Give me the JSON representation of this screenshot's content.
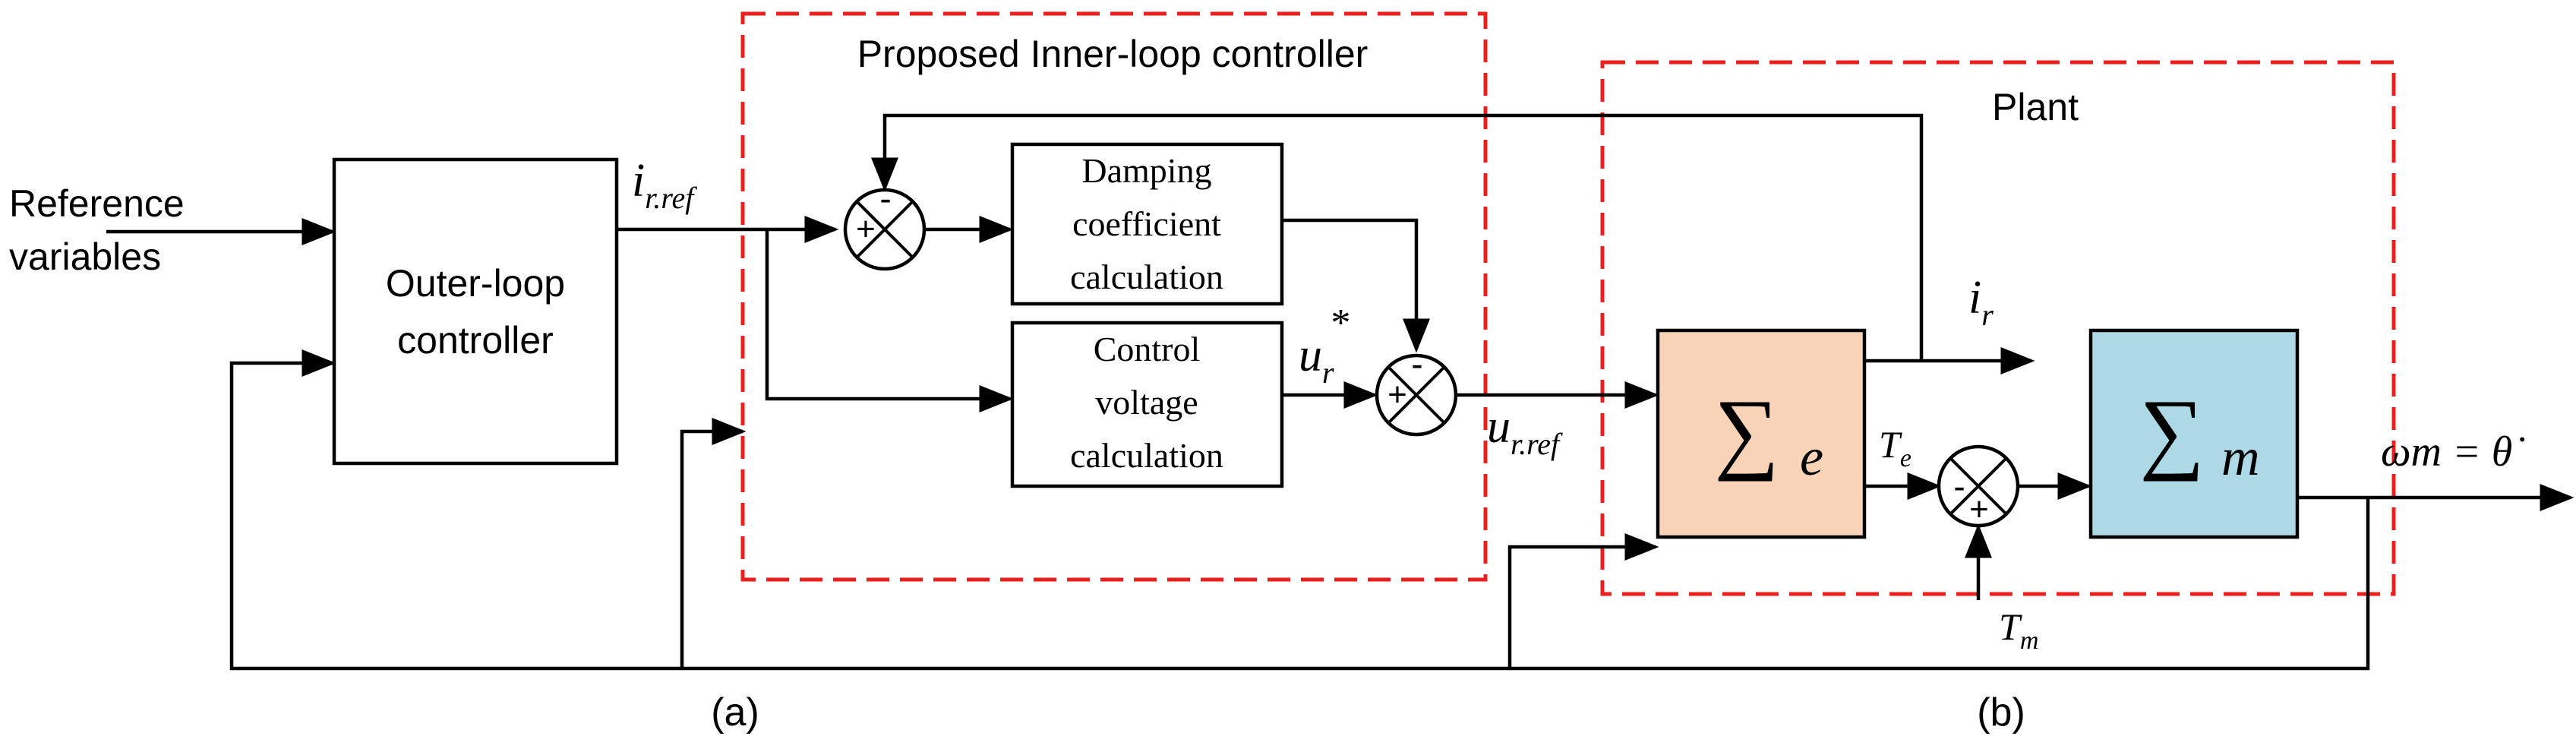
{
  "regions": {
    "inner_loop_title": "Proposed Inner-loop controller",
    "plant_title": "Plant"
  },
  "inputs": {
    "reference_line1": "Reference",
    "reference_line2": "variables"
  },
  "blocks": {
    "outer_line1": "Outer-loop",
    "outer_line2": "controller",
    "damping_line1": "Damping",
    "damping_line2": "coefficient",
    "damping_line3": "calculation",
    "control_line1": "Control",
    "control_line2": "voltage",
    "control_line3": "calculation",
    "sigma_symbol": "∑",
    "sigma_e_sub": "e",
    "sigma_m_sub": "m",
    "colors": {
      "sigma_e_fill": "#f9d3b7",
      "sigma_m_fill": "#add8e6",
      "dashed_region": "#e8201e"
    }
  },
  "signals": {
    "i_r_ref_main": "i",
    "i_r_ref_sub": "r.ref",
    "u_r_star_main": "u",
    "u_r_star_sub": "r",
    "u_r_star_sup": "*",
    "u_r_ref_main": "u",
    "u_r_ref_sub": "r.ref",
    "i_r_main": "i",
    "i_r_sub": "r",
    "t_e_main": "T",
    "t_e_sub": "e",
    "t_m_main": "T",
    "t_m_sub": "m",
    "output_equation": "ωm = θ̇"
  },
  "signs": {
    "s1_left": "+",
    "s1_top": "-",
    "s2_left": "+",
    "s2_top": "-",
    "s3_left": "-",
    "s3_bottom": "+"
  },
  "captions": {
    "a": "(a)",
    "b": "(b)"
  }
}
